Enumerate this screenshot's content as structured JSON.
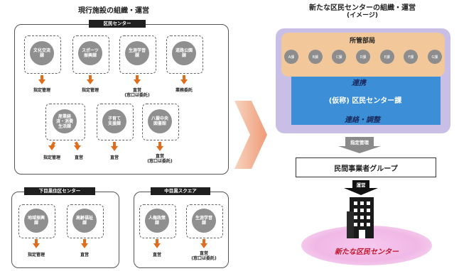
{
  "left": {
    "title": "現行施設の組織・運営",
    "main_panel": {
      "tag": "区民センター",
      "row1": [
        {
          "circle": "文化交流\n課",
          "label": "指定管理"
        },
        {
          "circle": "スポーツ\n振興課",
          "label": "指定管理"
        },
        {
          "circle": "生涯学習\n課",
          "label": "直営\n(窓口は委託)"
        },
        {
          "circle": "道路公園\n課",
          "label": "業務委託"
        }
      ],
      "row2_group": [
        {
          "circle": "産業経\n済・消費\n生活課",
          "label": "指定管理"
        },
        {
          "circle": "",
          "label": "直営"
        }
      ],
      "row2": [
        {
          "circle": "子育て\n支援課",
          "label": "直営"
        },
        {
          "circle": "八雲中央\n図書館",
          "label": "直営\n(窓口は委託)"
        }
      ]
    },
    "panel_shimo": {
      "tag": "下目黒住区センター",
      "items": [
        {
          "circle": "地域振興\n課",
          "label": "指定管理"
        },
        {
          "circle": "高齢福祉\n課",
          "label": "直営"
        }
      ]
    },
    "panel_naka": {
      "tag": "中目黒スクエア",
      "items": [
        {
          "circle": "人権政策\n課",
          "label": "直営"
        },
        {
          "circle": "生涯学習\n課",
          "label": "直営\n(窓口は委託)"
        }
      ]
    }
  },
  "right": {
    "title_line1": "新たな区民センターの組織・運営",
    "title_line2": "(イメージ)",
    "depts_label": "所管部局",
    "depts": [
      "A課",
      "B課",
      "C課",
      "D課",
      "E課",
      "F課",
      "G課"
    ],
    "renkei": "連携",
    "section": "(仮称) 区民センター課",
    "renraku": "連絡・調整",
    "shitei": "指定管理",
    "group": "民間事業者グループ",
    "unei": "運営",
    "new_center": "新たな区民センター"
  },
  "colors": {
    "orange": "#e06d1c",
    "blue": "#3c8fd6",
    "peach": "#f2c79a",
    "lavender": "#c9bfe6",
    "pink": "#f0b8e6"
  }
}
